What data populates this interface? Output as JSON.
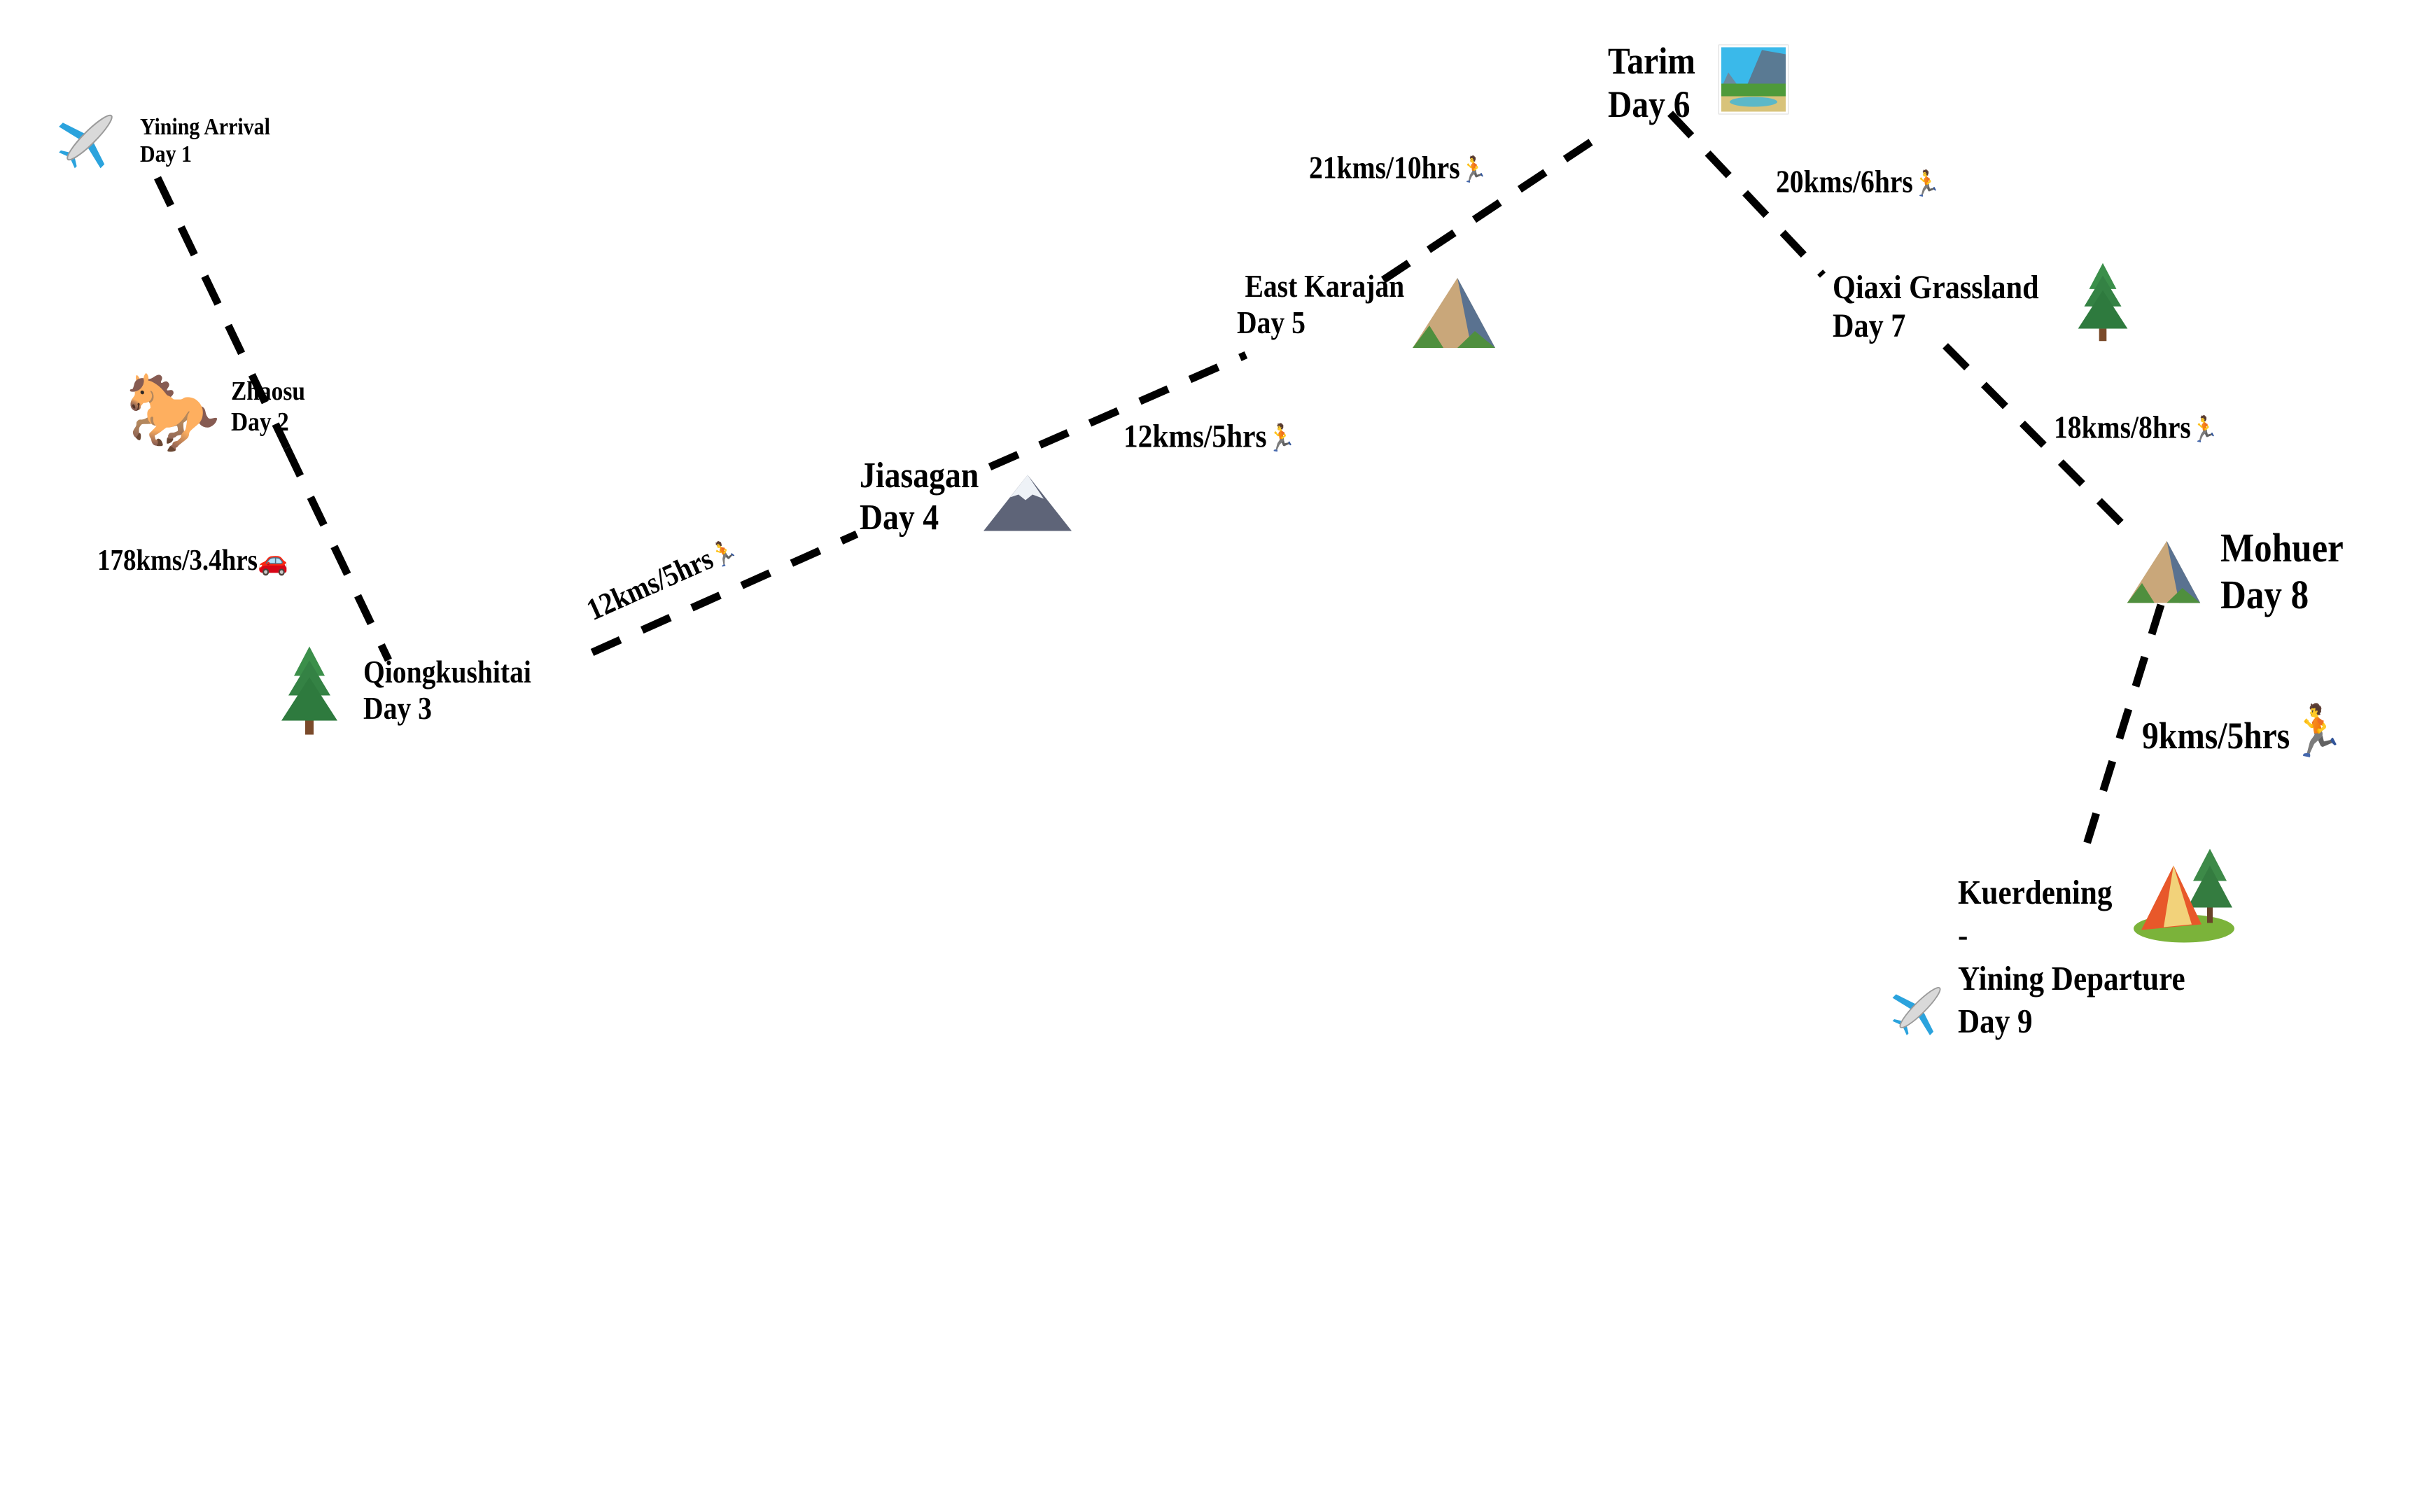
{
  "title": "Xinjiang Trek Itinerary Route",
  "colors": {
    "line": "#000000",
    "text": "#000000",
    "background": "#ffffff"
  },
  "stops": [
    {
      "id": "day1",
      "name": "Yining Arrival",
      "day": "Day 1",
      "icon": "airplane-icon"
    },
    {
      "id": "day2",
      "name": "Zhaosu",
      "day": "Day 2",
      "icon": "horse-icon"
    },
    {
      "id": "day3",
      "name": "Qiongkushitai",
      "day": "Day 3",
      "icon": "evergreen-tree-icon"
    },
    {
      "id": "day4",
      "name": "Jiasagan",
      "day": "Day 4",
      "icon": "snow-mountain-icon"
    },
    {
      "id": "day5",
      "name": "East Karajan",
      "day": "Day 5",
      "icon": "mountain-icon"
    },
    {
      "id": "day6",
      "name": "Tarim",
      "day": "Day 6",
      "icon": "national-park-icon"
    },
    {
      "id": "day7",
      "name": "Qiaxi Grassland",
      "day": "Day 7",
      "icon": "evergreen-tree-icon"
    },
    {
      "id": "day8",
      "name": "Mohuer",
      "day": "Day 8",
      "icon": "mountain-icon"
    },
    {
      "id": "day9",
      "name": "Kuerdening",
      "separator": "-",
      "name2": "Yining Departure",
      "day": "Day 9",
      "icons": [
        "camping-icon",
        "airplane-icon"
      ]
    }
  ],
  "legs": [
    {
      "from": "Day 2",
      "to": "Day 3",
      "distance": "178kms",
      "duration": "3.4hrs",
      "text": "178kms/3.4hrs",
      "mode_icon": "car-icon"
    },
    {
      "from": "Day 3",
      "to": "Day 4",
      "distance": "12kms",
      "duration": "5hrs",
      "text": "12kms/5hrs",
      "mode_icon": "runner-icon"
    },
    {
      "from": "Day 4",
      "to": "Day 5",
      "distance": "12kms",
      "duration": "5hrs",
      "text": "12kms/5hrs",
      "mode_icon": "runner-icon"
    },
    {
      "from": "Day 5",
      "to": "Day 6",
      "distance": "21kms",
      "duration": "10hrs",
      "text": "21kms/10hrs",
      "mode_icon": "runner-icon"
    },
    {
      "from": "Day 6",
      "to": "Day 7",
      "distance": "20kms",
      "duration": "6hrs",
      "text": "20kms/6hrs",
      "mode_icon": "runner-icon"
    },
    {
      "from": "Day 7",
      "to": "Day 8",
      "distance": "18kms",
      "duration": "8hrs",
      "text": "18kms/8hrs",
      "mode_icon": "runner-icon"
    },
    {
      "from": "Day 8",
      "to": "Day 9",
      "distance": "9kms",
      "duration": "5hrs",
      "text": "9kms/5hrs",
      "mode_icon": "runner-icon"
    }
  ],
  "emoji": {
    "airplane": "✈",
    "horse": "🐎",
    "tree": "🌲",
    "snow_mountain": "🗻",
    "mountain": "⛰",
    "park": "🏞",
    "tent": "⛺",
    "car": "🚗",
    "runner": "🏃"
  }
}
